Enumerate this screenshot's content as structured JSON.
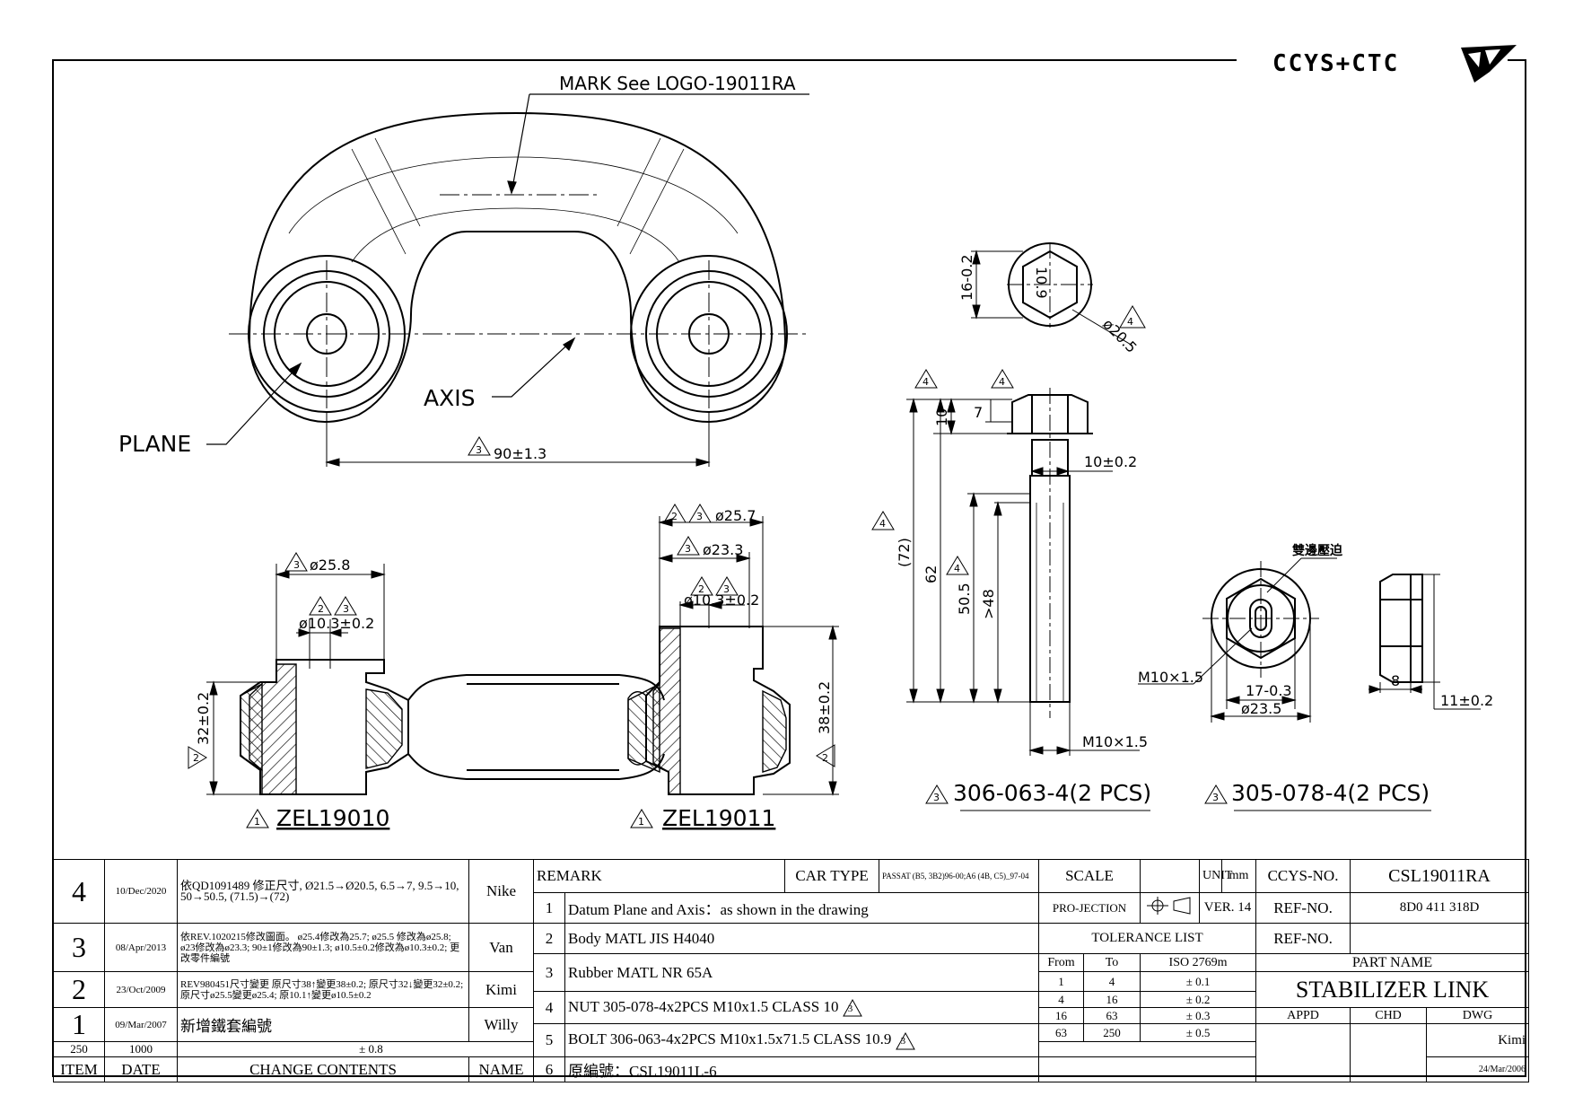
{
  "header": {
    "logo": "CCYS+CTC"
  },
  "views": {
    "top": {
      "mark_note": "MARK See LOGO-19011RA",
      "plane_label": "PLANE",
      "axis_label": "AXIS",
      "dim_center": "90±1.3",
      "dim_center_rev": "3"
    },
    "section_left": {
      "dia_outer": "ø25.8",
      "dia_outer_rev": "3",
      "dia_hole": "ø10.3±0.2",
      "dia_hole_revs": [
        "2",
        "3"
      ],
      "height": "32±0.2",
      "height_rev": "2",
      "part_no": "ZEL19010",
      "part_rev": "1"
    },
    "section_right": {
      "dia_top": "ø25.7",
      "dia_top_revs": [
        "2",
        "3"
      ],
      "dia_mid": "ø23.3",
      "dia_mid_rev": "3",
      "dia_hole": "ø10.3±0.2",
      "dia_hole_revs": [
        "2",
        "3"
      ],
      "height": "38±0.2",
      "height_rev": "2",
      "part_no": "ZEL19011",
      "part_rev": "1"
    },
    "bolt": {
      "hex_dia": "ø20.5",
      "hex_rev": "4",
      "hex_size": "16-0.2",
      "hex_af": "10.9",
      "rev_a": "4",
      "rev_b": "4",
      "len_total": "(72)",
      "len_total_rev": "4",
      "len_62": "62",
      "len_505": "50.5",
      "len_48": ">48",
      "len_48_rev": "4",
      "head_10": "10",
      "head_7": "7",
      "shank": "10±0.2",
      "thread": "M10×1.5",
      "part_no": "306-063-4(2 PCS)",
      "part_rev": "3"
    },
    "nut": {
      "note": "雙邊壓迫",
      "thread": "M10×1.5",
      "af": "17-0.3",
      "dia": "ø23.5",
      "thick": "8",
      "height": "11±0.2",
      "part_no": "305-078-4(2 PCS)",
      "part_rev": "3"
    }
  },
  "revisions": [
    {
      "rev": "4",
      "date": "10/Dec/2020",
      "content": "依QD1091489 修正尺寸, Ø21.5→Ø20.5, 6.5→7, 9.5→10, 50→50.5, (71.5)→(72)",
      "name": "Nike"
    },
    {
      "rev": "3",
      "date": "08/Apr/2013",
      "content": "依REV.1020215修改圖面。 ø25.4修改為25.7; ø25.5 修改為ø25.8; ø23修改為ø23.3; 90±1修改為90±1.3; ø10.5±0.2修改為ø10.3±0.2; 更改零件編號",
      "name": "Van"
    },
    {
      "rev": "2",
      "date": "23/Oct/2009",
      "content": "REV980451尺寸變更 原尺寸38↑變更38±0.2; 原尺寸32↓變更32±0.2; 原尺寸ø25.5變更ø25.4; 原10.1↑變更ø10.5±0.2",
      "name": "Kimi"
    },
    {
      "rev": "1",
      "date": "09/Mar/2007",
      "content": "新增鐵套編號",
      "name": "Willy"
    }
  ],
  "rev_headers": {
    "item": "ITEM",
    "date": "DATE",
    "content": "CHANGE CONTENTS",
    "name": "NAME"
  },
  "remarks": {
    "header": "REMARK",
    "car_type_label": "CAR TYPE",
    "car_type": "PASSAT (B5, 3B2)96-00;A6 (4B, C5)_97-04",
    "items": [
      {
        "no": "1",
        "text": "Datum Plane and Axis：as shown in the drawing"
      },
      {
        "no": "2",
        "text": "Body MATL JIS H4040"
      },
      {
        "no": "3",
        "text": "Rubber MATL NR 65A"
      },
      {
        "no": "4",
        "text": "NUT 305-078-4x2PCS M10x1.5 CLASS 10",
        "rev": "3"
      },
      {
        "no": "5",
        "text": "BOLT 306-063-4x2PCS M10x1.5x71.5 CLASS 10.9",
        "rev": "3"
      },
      {
        "no": "6",
        "text": "原編號：CSL19011L-6"
      }
    ]
  },
  "meta": {
    "scale_label": "SCALE",
    "scale": "",
    "unit_label": "UNIT",
    "unit": "mm",
    "projection_label": "PRO-JECTION",
    "ver_label": "VER.",
    "ver": "14",
    "tolerance_title": "TOLERANCE LIST"
  },
  "tolerance": {
    "headers": [
      "From",
      "To",
      "ISO 2769m"
    ],
    "rows": [
      [
        "1",
        "4",
        "± 0.1"
      ],
      [
        "4",
        "16",
        "± 0.2"
      ],
      [
        "16",
        "63",
        "± 0.3"
      ],
      [
        "63",
        "250",
        "± 0.5"
      ],
      [
        "250",
        "1000",
        "± 0.8"
      ]
    ]
  },
  "title_block": {
    "ccys_no_label": "CCYS-NO.",
    "ccys_no": "CSL19011RA",
    "ref_no_label": "REF-NO.",
    "ref_no": "8D0 411 318D",
    "ref_no2": "",
    "part_name_label": "PART NAME",
    "part_name": "STABILIZER LINK",
    "appd_label": "APPD",
    "chd_label": "CHD",
    "dwg_label": "DWG",
    "dwg_by": "Kimi",
    "dwg_date": "24/Mar/2006"
  }
}
